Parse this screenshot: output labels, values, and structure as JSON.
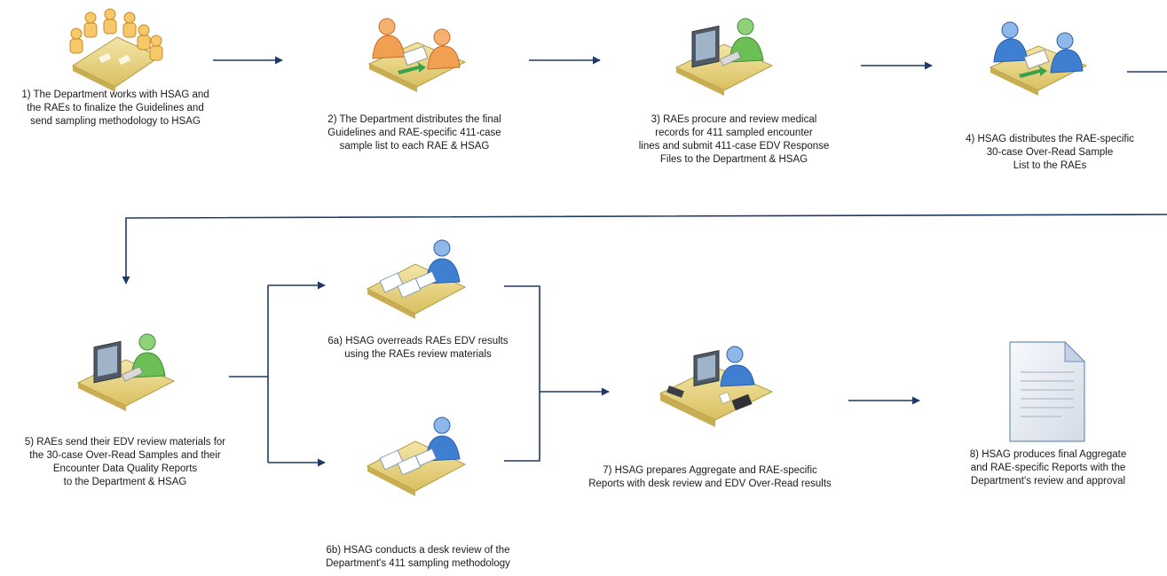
{
  "steps": {
    "s1": "1) The Department works with HSAG and\nthe RAEs to finalize the Guidelines and\nsend sampling methodology to HSAG",
    "s2": "2) The Department distributes the final\nGuidelines and RAE-specific 411-case\nsample list to each RAE & HSAG",
    "s3": "3) RAEs procure and review medical\nrecords for 411 sampled encounter\nlines and submit 411-case EDV Response\nFiles to the Department & HSAG",
    "s4": "4) HSAG distributes the RAE-specific\n30-case Over-Read Sample\nList to the RAEs",
    "s5": "5) RAEs send their EDV review materials for\nthe 30-case Over-Read Samples and their\nEncounter Data Quality Reports\nto the Department & HSAG",
    "s6a": "6a) HSAG overreads RAEs EDV results\nusing the RAEs review materials",
    "s6b": "6b) HSAG conducts a desk review of the\nDepartment's 411 sampling methodology",
    "s7": "7) HSAG prepares Aggregate and RAE-specific\nReports with desk review and EDV Over-Read results",
    "s8": "8) HSAG produces final Aggregate\nand RAE-specific Reports with the\nDepartment's review and approval"
  },
  "icons": {
    "s1": "meeting-table-icon",
    "s2": "handoff-desk-icon",
    "s3": "computer-workstation-icon",
    "s4": "handoff-desk-blue-icon",
    "s5": "computer-workstation-icon",
    "s6a": "document-review-icon",
    "s6b": "document-review-icon",
    "s7": "office-desk-icon",
    "s8": "report-document-icon"
  },
  "colors": {
    "arrow": "#1f3864",
    "orange_person": "#f0a050",
    "green_person": "#6cbf55",
    "blue_person": "#3f7fd1",
    "desk": "#e8d48a"
  }
}
